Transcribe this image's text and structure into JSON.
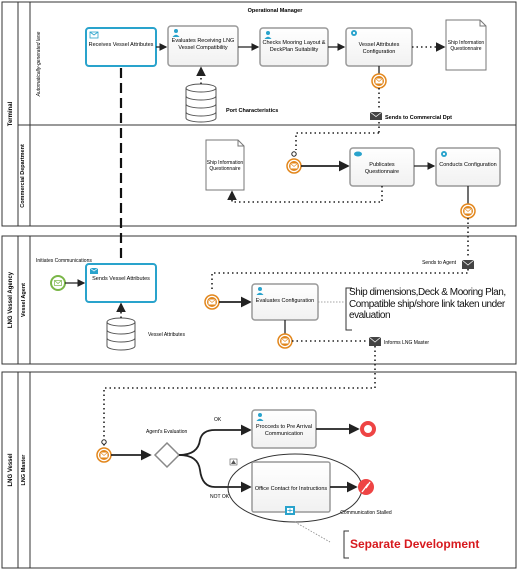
{
  "pools": {
    "terminal": {
      "label": "Terminal",
      "lane_title": "Operational Manager",
      "lane_note": "Automatically-generated lane",
      "tasks": {
        "receives": "Receives Vessel Attributes",
        "evaluates": "Evaluates Receiving LNG Vessel Compatibility",
        "checks": "Checks Mooring Layout & DeckPlan Suitability",
        "vessel_config": "Vessel Attributes Configuration"
      },
      "document": "Ship Information Questionnaire",
      "datastore": "Port Characteristics",
      "message_label": "Sends to Commercial Dpt"
    },
    "commercial": {
      "label": "Commercial Department",
      "document": "Ship Information Questionnaire",
      "tasks": {
        "publicates": "Publicates Questionnaire",
        "conducts": "Conducts Configuration"
      }
    },
    "agency": {
      "pool_label": "LNG Vessel Agency",
      "lane_label": "Vessel Agent",
      "start_label": "Initiates Communications",
      "tasks": {
        "sends": "Sends Vessel Attributes",
        "evaluates": "Evaluates Configuration"
      },
      "datastore": "Vessel Attributes",
      "message_label": "Sends to Agent",
      "inform_label": "Informs LNG Master",
      "annotation": "Ship dimensions,Deck & Mooring Plan, Compatible ship/shore link taken under evaluation"
    },
    "vessel": {
      "pool_label": "LNG Vessel",
      "lane_label": "LNG Master",
      "gateway_label": "Agent's Evaluation",
      "ok_label": "OK",
      "notok_label": "NOT OK",
      "tasks": {
        "proceeds": "Procceds to Pre Arrival Communication",
        "office": "Office Contact for Instructions"
      },
      "stalled_label": "Communication Stalled",
      "separate_label": "Separate Development"
    }
  },
  "colors": {
    "task_blue": "#29a3cc",
    "event_orange": "#e2861b",
    "start_green": "#7ab648",
    "end_red": "#ee4444",
    "separate_red": "#d7191e"
  }
}
